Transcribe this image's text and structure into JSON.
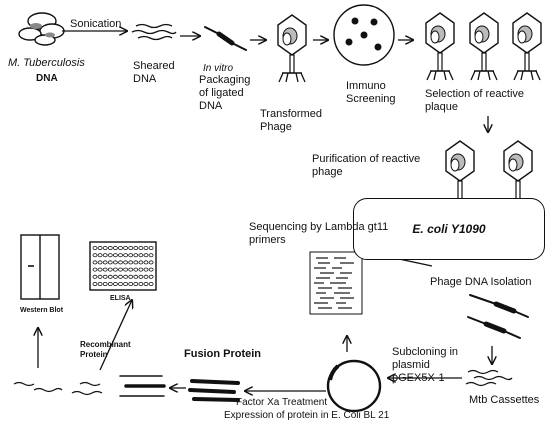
{
  "labels": {
    "sonication": "Sonication",
    "m_tuberculosis": "M. Tuberculosis",
    "dna": "DNA",
    "sheared_dna": "Sheared\nDNA",
    "in_vitro": "In vitro",
    "packaging": "Packaging\nof ligated\nDNA",
    "transformed_phage": "Transformed\nPhage",
    "immuno_screening": "Immuno\nScreening",
    "selection": "Selection of reactive\nplaque",
    "purification": "Purification of reactive\nphage",
    "ecoli": "E. coli Y1090",
    "sequencing": "Sequencing by Lambda gt11\nprimers",
    "phage_dna_isolation": "Phage DNA Isolation",
    "subcloning": "Subcloning in\nplasmid\npGEX5X-1",
    "mtb_cassettes": "Mtb Cassettes",
    "fusion_protein": "Fusion Protein",
    "factor_xa": "Factor Xa Treatment",
    "expression": "Expression of protein in E. Coli BL 21",
    "recombinant_protein": "Recombinant\nProtein",
    "western_blot": "Western Blot",
    "elisa": "ELISA"
  },
  "colors": {
    "ink": "#111111",
    "fill_gray": "#9a9a9a",
    "dark": "#222222"
  }
}
